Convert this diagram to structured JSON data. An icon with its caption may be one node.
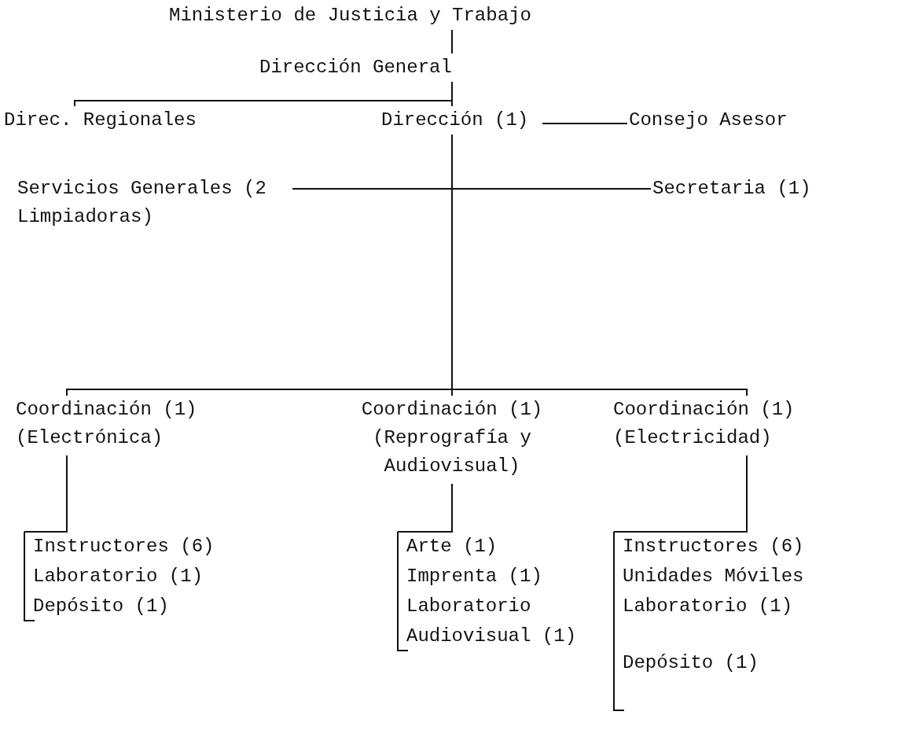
{
  "diagram": {
    "nodes": [
      {
        "text": [
          "Ministerio de Justicia y Trabajo"
        ]
      },
      {
        "text": [
          "Dirección General"
        ]
      },
      {
        "text": [
          "Direc. Regionales"
        ]
      },
      {
        "text": [
          "Dirección (1)"
        ]
      },
      {
        "text": [
          "Consejo Asesor"
        ]
      },
      {
        "text": [
          "Servicios Generales (2 Limpiadoras)"
        ]
      },
      {
        "text": [
          "Secretaria (1)"
        ]
      },
      {
        "text": [
          "Coordinación (1) (Electrónica)"
        ]
      },
      {
        "text": [
          "Coordinación (1) (Reprografía y Audiovisual)"
        ]
      },
      {
        "text": [
          "Coordinación (1) (Electricidad)"
        ]
      },
      {
        "text": [
          "Instructores (6)",
          "Laboratorio (1)",
          "Depósito (1)"
        ]
      },
      {
        "text": [
          "Arte (1)",
          "Imprenta (1)",
          "Laboratorio Audiovisual (1)"
        ]
      },
      {
        "text": [
          "Instructores (6)",
          "Unidades Móviles",
          "Laboratorio (1)",
          "Depósito (1)"
        ]
      }
    ],
    "edges": [
      {
        "from": 0,
        "to": 1,
        "arrow": "none"
      },
      {
        "from": 1,
        "to": 2,
        "arrow": "none"
      },
      {
        "from": 1,
        "to": 3,
        "arrow": "none"
      },
      {
        "from": 3,
        "to": 4,
        "arrow": "none"
      },
      {
        "from": 3,
        "to": 5,
        "arrow": "none"
      },
      {
        "from": 3,
        "to": 6,
        "arrow": "none"
      },
      {
        "from": 3,
        "to": 7,
        "arrow": "none"
      },
      {
        "from": 3,
        "to": 8,
        "arrow": "none"
      },
      {
        "from": 3,
        "to": 9,
        "arrow": "none"
      },
      {
        "from": 7,
        "to": 10,
        "arrow": "none"
      },
      {
        "from": 8,
        "to": 11,
        "arrow": "none"
      },
      {
        "from": 9,
        "to": 12,
        "arrow": "none"
      }
    ]
  }
}
